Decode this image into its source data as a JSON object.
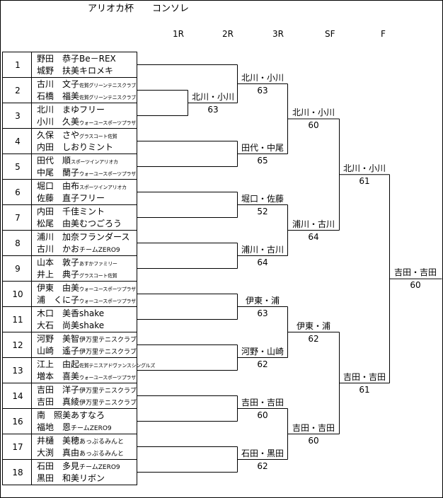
{
  "title": "アリオカ杯　　コンソレ",
  "rounds": [
    "1R",
    "2R",
    "3R",
    "SF",
    "F"
  ],
  "players": [
    {
      "seed": "1",
      "p1": {
        "name": "野田　恭子",
        "club": "Be－REX",
        "size": "l"
      },
      "p2": {
        "name": "城野　扶美",
        "club": "キロメキ",
        "size": "l"
      }
    },
    {
      "seed": "2",
      "p1": {
        "name": "古川　文子",
        "club": "佐賀グリーンテニスクラブ",
        "size": "s"
      },
      "p2": {
        "name": "石橋　福美",
        "club": "佐賀グリーンテニスクラブ",
        "size": "s"
      }
    },
    {
      "seed": "3",
      "p1": {
        "name": "北川　まゆ",
        "club": "フリー",
        "size": "l"
      },
      "p2": {
        "name": "小川　久美",
        "club": "ウォーユースポーツプラザ",
        "size": "s"
      }
    },
    {
      "seed": "4",
      "p1": {
        "name": "久保　さや",
        "club": "グラスコート佐賀",
        "size": "s"
      },
      "p2": {
        "name": "内田　しおり",
        "club": "ミント",
        "size": "l"
      }
    },
    {
      "seed": "5",
      "p1": {
        "name": "田代　順",
        "club": "スポーツインアリオカ",
        "size": "s"
      },
      "p2": {
        "name": "中尾　蘭子",
        "club": "ウォーユースポーツプラザ",
        "size": "s"
      }
    },
    {
      "seed": "6",
      "p1": {
        "name": "堀口　由布",
        "club": "スポーツインアリオカ",
        "size": "s"
      },
      "p2": {
        "name": "佐藤　直子",
        "club": "フリー",
        "size": "l"
      }
    },
    {
      "seed": "7",
      "p1": {
        "name": "内田　千佳",
        "club": "ミント",
        "size": "l"
      },
      "p2": {
        "name": "松尾　由美",
        "club": "むつごろう",
        "size": "l"
      }
    },
    {
      "seed": "8",
      "p1": {
        "name": "浦川　加奈",
        "club": "フランダース",
        "size": "l"
      },
      "p2": {
        "name": "古川　かお",
        "club": "チームZERO9",
        "size": "m"
      }
    },
    {
      "seed": "9",
      "p1": {
        "name": "山本　敦子",
        "club": "あすかファミリー",
        "size": "s"
      },
      "p2": {
        "name": "井上　典子",
        "club": "グラスコート佐賀",
        "size": "s"
      }
    },
    {
      "seed": "10",
      "p1": {
        "name": "伊東　由美",
        "club": "ウォーユースポーツプラザ",
        "size": "s"
      },
      "p2": {
        "name": "浦　くに子",
        "club": "ウォーユースポーツプラザ",
        "size": "s"
      }
    },
    {
      "seed": "11",
      "p1": {
        "name": "木口　美香",
        "club": "shake",
        "size": "l"
      },
      "p2": {
        "name": "大石　尚美",
        "club": "shake",
        "size": "l"
      }
    },
    {
      "seed": "12",
      "p1": {
        "name": "河野　美智",
        "club": "伊万里テニスクラブ",
        "size": "m"
      },
      "p2": {
        "name": "山崎　遙子",
        "club": "伊万里テニスクラブ",
        "size": "m"
      }
    },
    {
      "seed": "13",
      "p1": {
        "name": "江上　由起",
        "club": "佐賀テニスアドヴァンスシングルズ",
        "size": "s"
      },
      "p2": {
        "name": "増本　喜美",
        "club": "ウォーユースポーツプラザ",
        "size": "s"
      }
    },
    {
      "seed": "14",
      "p1": {
        "name": "吉田　洋子",
        "club": "伊万里テニスクラブ",
        "size": "m"
      },
      "p2": {
        "name": "吉田　真綾",
        "club": "伊万里テニスクラブ",
        "size": "m"
      }
    },
    {
      "seed": "16",
      "p1": {
        "name": "南　照美",
        "club": "あすなろ",
        "size": "l"
      },
      "p2": {
        "name": "福地　恩",
        "club": "チームZERO9",
        "size": "m"
      }
    },
    {
      "seed": "17",
      "p1": {
        "name": "井樋　美穂",
        "club": "あっぷるみんと",
        "size": "m"
      },
      "p2": {
        "name": "大渕　真由",
        "club": "あっぷるみんと",
        "size": "m"
      }
    },
    {
      "seed": "18",
      "p1": {
        "name": "石田　多見",
        "club": "チームZERO9",
        "size": "m"
      },
      "p2": {
        "name": "黒田　和美",
        "club": "リボン",
        "size": "l"
      }
    }
  ],
  "results": {
    "r1": [
      {
        "pair": "北川・小川",
        "score": "63"
      }
    ],
    "r2": [
      {
        "pair": "北川・小川",
        "score": "63"
      },
      {
        "pair": "田代・中尾",
        "score": "65"
      },
      {
        "pair": "堀口・佐藤",
        "score": "52"
      },
      {
        "pair": "浦川・古川",
        "score": "64"
      },
      {
        "pair": "伊東・浦",
        "score": "63"
      },
      {
        "pair": "河野・山崎",
        "score": "62"
      },
      {
        "pair": "吉田・吉田",
        "score": "60"
      },
      {
        "pair": "石田・黒田",
        "score": "62"
      }
    ],
    "r3": [
      {
        "pair": "北川・小川",
        "score": "60"
      },
      {
        "pair": "浦川・古川",
        "score": "64"
      },
      {
        "pair": "伊東・浦",
        "score": "62"
      },
      {
        "pair": "吉田・吉田",
        "score": "60"
      }
    ],
    "sf": [
      {
        "pair": "北川・小川",
        "score": "61"
      },
      {
        "pair": "吉田・吉田",
        "score": "61"
      }
    ],
    "f": {
      "pair": "吉田・吉田",
      "score": "60"
    }
  }
}
